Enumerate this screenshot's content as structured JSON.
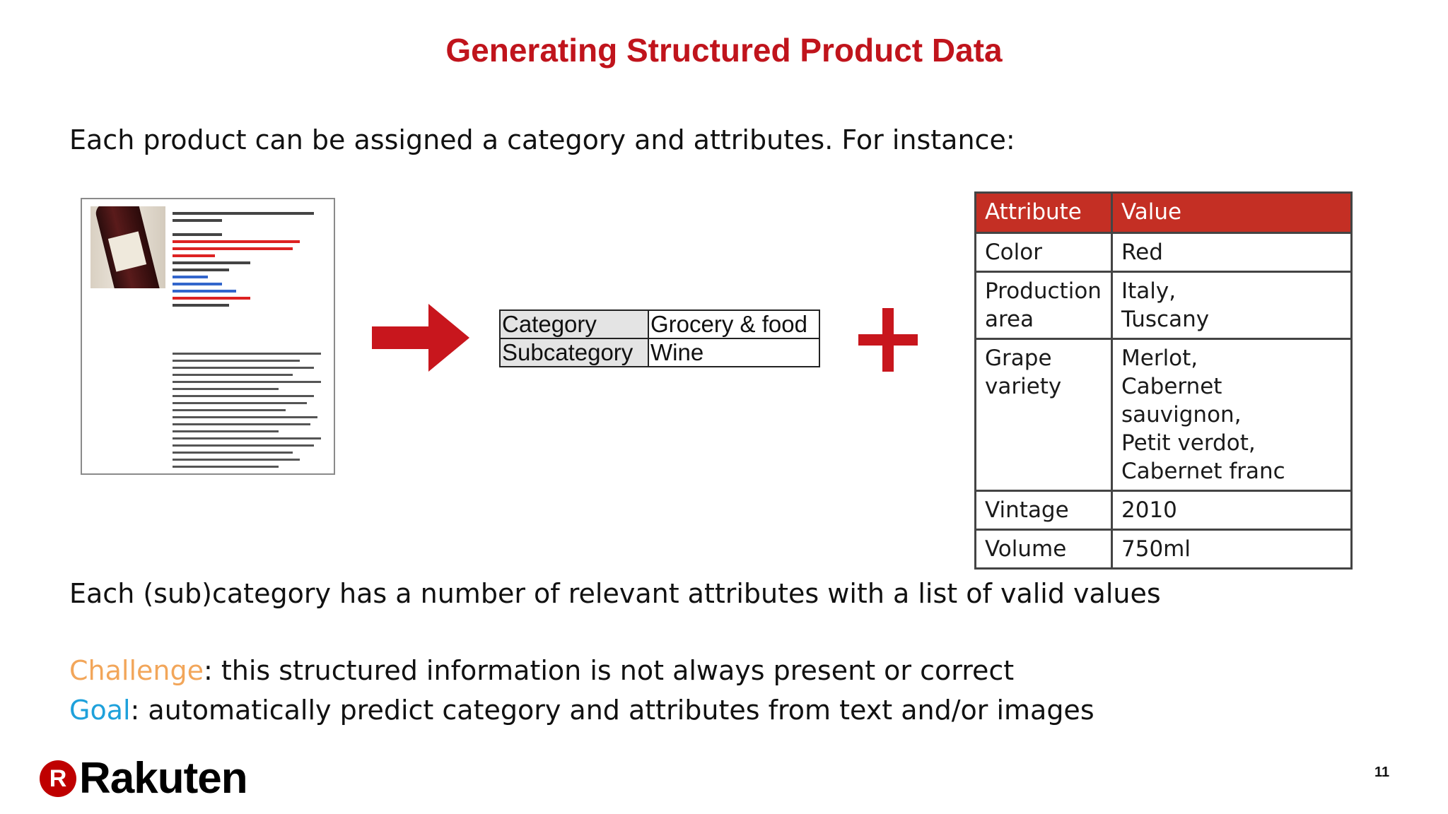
{
  "slide": {
    "title": "Generating Structured Product Data",
    "intro": "Each product can be assigned a category and attributes. For instance:",
    "relevance": "Each (sub)category has a number of relevant attributes with a list of valid values",
    "challenge_label": "Challenge",
    "challenge_text": ": this structured information is not always present or correct",
    "goal_label": "Goal",
    "goal_text": ": automatically predict category and attributes from text and/or images",
    "page_number": "11"
  },
  "category_table": [
    {
      "key": "Category",
      "value": "Grocery & food"
    },
    {
      "key": "Subcategory",
      "value": "Wine"
    }
  ],
  "attribute_table": {
    "headers": [
      "Attribute",
      "Value"
    ],
    "rows": [
      {
        "attribute": "Color",
        "value": "Red"
      },
      {
        "attribute": "Production area",
        "value": "Italy,\nTuscany"
      },
      {
        "attribute": "Grape variety",
        "value": "Merlot,\nCabernet sauvignon,\nPetit verdot,\nCabernet franc"
      },
      {
        "attribute": "Vintage",
        "value": "2010"
      },
      {
        "attribute": "Volume",
        "value": "750ml"
      }
    ]
  },
  "logo": {
    "mark": "R",
    "word": "Rakuten"
  },
  "colors": {
    "title": "#c0141c",
    "challenge": "#f2a65a",
    "goal": "#1ea1db",
    "table_header": "#c42f24",
    "brand": "#bf0000"
  },
  "icons": [
    "right-arrow-icon",
    "plus-icon",
    "rakuten-logo-icon"
  ]
}
